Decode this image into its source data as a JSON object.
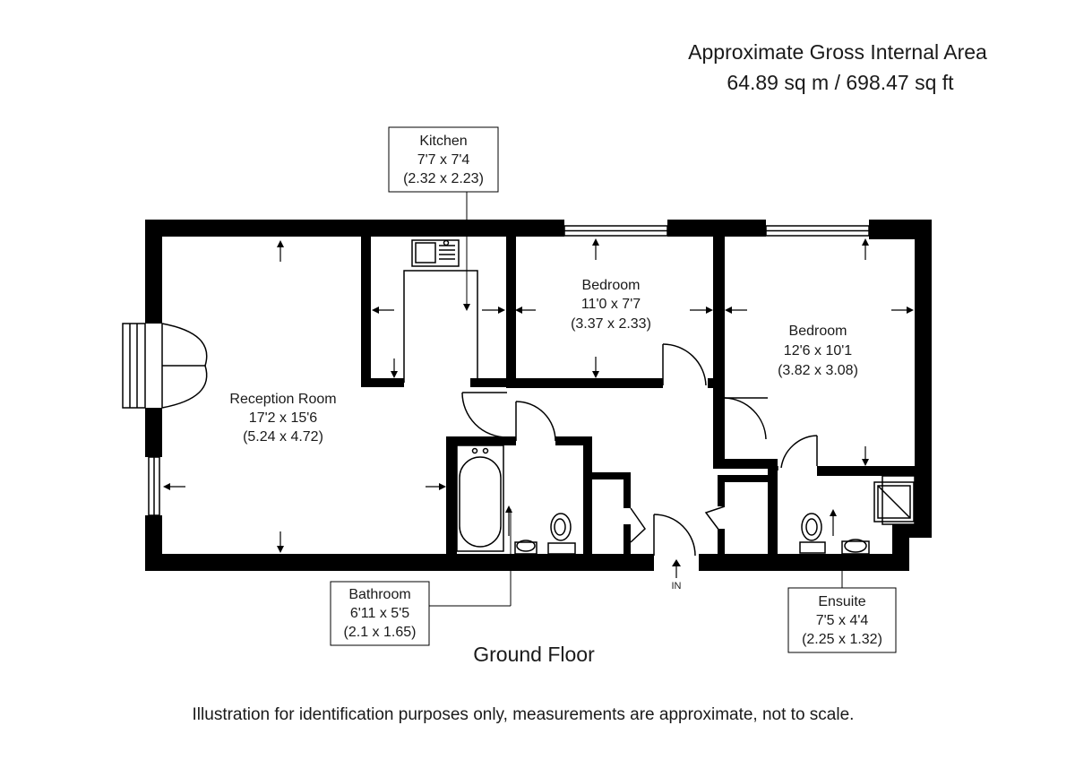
{
  "header": {
    "area_title": "Approximate Gross Internal Area",
    "area_value": "64.89 sq m / 698.47 sq ft"
  },
  "rooms": {
    "reception": {
      "name": "Reception Room",
      "imperial": "17'2 x 15'6",
      "metric": "(5.24 x 4.72)"
    },
    "kitchen": {
      "name": "Kitchen",
      "imperial": "7'7 x 7'4",
      "metric": "(2.32 x 2.23)"
    },
    "bedroom1": {
      "name": "Bedroom",
      "imperial": "11'0 x 7'7",
      "metric": "(3.37 x 2.33)"
    },
    "bedroom2": {
      "name": "Bedroom",
      "imperial": "12'6 x 10'1",
      "metric": "(3.82 x 3.08)"
    },
    "bathroom": {
      "name": "Bathroom",
      "imperial": "6'11 x 5'5",
      "metric": "(2.1 x 1.65)"
    },
    "ensuite": {
      "name": "Ensuite",
      "imperial": "7'5 x 4'4",
      "metric": "(2.25 x 1.32)"
    }
  },
  "entrance_label": "IN",
  "floor_label": "Ground Floor",
  "disclaimer": "Illustration for identification purposes only, measurements are approximate, not to scale."
}
